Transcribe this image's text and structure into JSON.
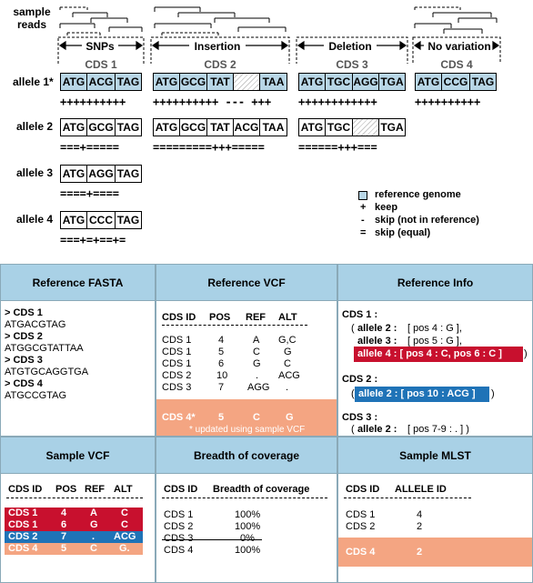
{
  "diagram": {
    "sample_reads_label": "sample\nreads",
    "regions": [
      {
        "name": "SNPs"
      },
      {
        "name": "Insertion"
      },
      {
        "name": "Deletion"
      },
      {
        "name": "No variation"
      }
    ],
    "cds_names": [
      "CDS 1",
      "CDS 2",
      "CDS 3",
      "CDS 4"
    ],
    "allele_labels": [
      "allele 1*",
      "allele 2",
      "allele 3",
      "allele 4"
    ],
    "allele1": {
      "cds1": [
        "ATG",
        "ACG",
        "TAG"
      ],
      "cds2": [
        "ATG",
        "GCG",
        "TAT",
        "",
        "TAA"
      ],
      "cds3": [
        "ATG",
        "TGC",
        "AGG",
        "TGA"
      ],
      "cds4": [
        "ATG",
        "CCG",
        "TAG"
      ]
    },
    "allele2": {
      "cds1": [
        "ATG",
        "GCG",
        "TAG"
      ],
      "cds2": [
        "ATG",
        "GCG",
        "TAT",
        "ACG",
        "TAA"
      ],
      "cds3": [
        "ATG",
        "TGC",
        "",
        "TGA"
      ]
    },
    "allele3": {
      "cds1": [
        "ATG",
        "AGG",
        "TAG"
      ]
    },
    "allele4": {
      "cds1": [
        "ATG",
        "CCC",
        "TAG"
      ]
    },
    "symbols": {
      "a1_cds1": "++++++++++",
      "a1_cds2": "++++++++++ --- +++",
      "a1_cds3": "++++++++++++",
      "a1_cds4": "++++++++++",
      "a2_cds1": "===+=====",
      "a2_cds2": "=========+++=====",
      "a2_cds3": "======+++===",
      "a3_cds1": "====+====",
      "a4_cds1": "===+=+==+="
    },
    "legend": [
      {
        "symbol": "",
        "text": "reference genome",
        "color": "#b8d6e6"
      },
      {
        "symbol": "+",
        "text": "keep"
      },
      {
        "symbol": "-",
        "text": "skip (not in reference)"
      },
      {
        "symbol": "=",
        "text": "skip (equal)"
      }
    ]
  },
  "panels": {
    "reference_fasta": {
      "title": "Reference FASTA",
      "lines": [
        {
          "text": "> CDS 1",
          "bold": true
        },
        {
          "text": "ATGACGTAG",
          "bold": false
        },
        {
          "text": "> CDS 2",
          "bold": true
        },
        {
          "text": "ATGGCGTATTAA",
          "bold": false
        },
        {
          "text": "> CDS 3",
          "bold": true
        },
        {
          "text": "ATGTGCAGGTGA",
          "bold": false
        },
        {
          "text": "> CDS 4",
          "bold": true
        },
        {
          "text": "ATGCCGTAG",
          "bold": false
        }
      ]
    },
    "reference_vcf": {
      "title": "Reference VCF",
      "headers": [
        "CDS ID",
        "POS",
        "REF",
        "ALT"
      ],
      "rows": [
        [
          "CDS 1",
          "4",
          "A",
          "G,C"
        ],
        [
          "CDS 1",
          "5",
          "C",
          "G"
        ],
        [
          "CDS 1",
          "6",
          "G",
          "C"
        ],
        [
          "CDS 2",
          "10",
          ".",
          "ACG"
        ],
        [
          "CDS 3",
          "7",
          "AGG",
          "."
        ]
      ],
      "highlight_row": [
        "CDS 4*",
        "5",
        "C",
        "G"
      ],
      "note": "* updated using sample VCF"
    },
    "reference_info": {
      "title": "Reference Info",
      "cds1_head": "CDS 1 :",
      "cds1_open": "(",
      "cds1_l1_allele": "allele 2 :",
      "cds1_l1_rest": "[ pos 4 : G ],",
      "cds1_l2_allele": "allele 3 :",
      "cds1_l2_rest": "[ pos 5 : G ],",
      "cds1_l3": "allele 4 : [ pos 4 : C, pos 6 : C ]",
      "cds1_close": ")",
      "cds2_head": "CDS 2 :",
      "cds2_open": "(",
      "cds2_l1": "allele 2 : [ pos 10 : ACG ]",
      "cds2_close": ")",
      "cds3_head": "CDS 3 :",
      "cds3_open": "(",
      "cds3_l1_allele": "allele 2 :",
      "cds3_l1_rest": "[ pos 7-9 : . ] )"
    },
    "sample_vcf": {
      "title": "Sample VCF",
      "headers": [
        "CDS ID",
        "POS",
        "REF",
        "ALT"
      ],
      "rows": [
        {
          "cells": [
            "CDS 1",
            "4",
            "A",
            "C"
          ],
          "color": "red"
        },
        {
          "cells": [
            "CDS 1",
            "6",
            "G",
            "C"
          ],
          "color": "red"
        },
        {
          "cells": [
            "CDS 2",
            "7",
            ".",
            "ACG"
          ],
          "color": "blue"
        },
        {
          "cells": [
            "CDS 4",
            "5",
            "C",
            "G."
          ],
          "color": "orange"
        }
      ]
    },
    "breadth": {
      "title": "Breadth of coverage",
      "headers": [
        "CDS ID",
        "Breadth of coverage"
      ],
      "rows": [
        [
          "CDS 1",
          "100%"
        ],
        [
          "CDS 2",
          "100%"
        ],
        [
          "CDS 3",
          "0%"
        ],
        [
          "CDS 4",
          "100%"
        ]
      ]
    },
    "mlst": {
      "title": "Sample MLST",
      "headers": [
        "CDS ID",
        "ALLELE ID"
      ],
      "rows": [
        [
          "CDS 1",
          "4"
        ],
        [
          "CDS 2",
          "2"
        ]
      ],
      "highlight_row": [
        "CDS 4",
        "2"
      ]
    }
  }
}
